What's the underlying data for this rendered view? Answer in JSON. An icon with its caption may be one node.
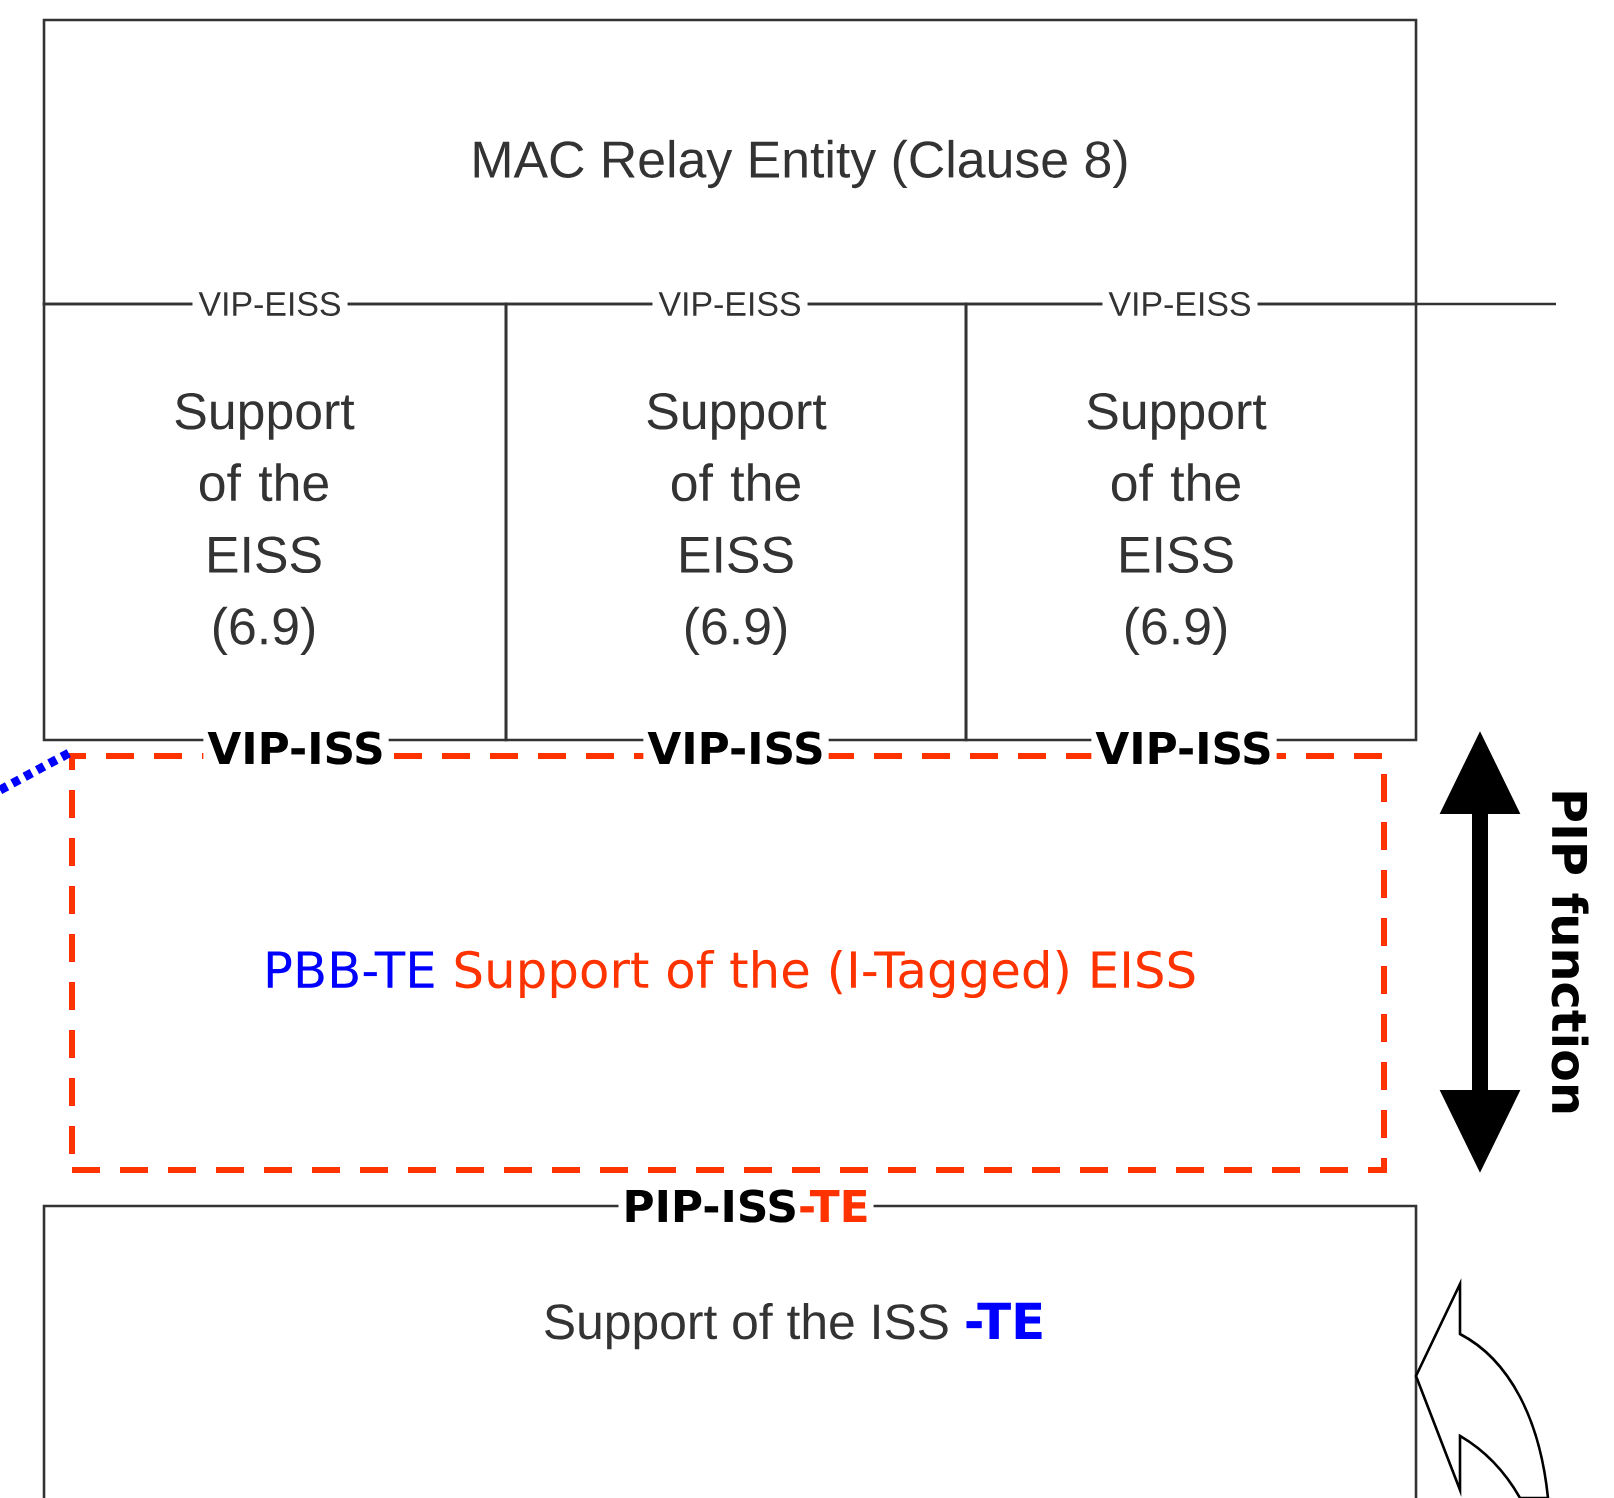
{
  "diagram": {
    "nodes": [
      {
        "text": [
          "MAC Relay Entity (Clause 8)"
        ]
      },
      {
        "text": [
          "Support of the EISS (6.9)"
        ]
      },
      {
        "text": [
          "Support of the EISS (6.9)"
        ]
      },
      {
        "text": [
          "Support of the EISS (6.9)"
        ]
      },
      {
        "text": [
          "PBB-TE",
          "Support of the (I-Tagged) EISS"
        ]
      },
      {
        "text": [
          "Support of the ISS",
          "-TE"
        ]
      }
    ],
    "edges": [
      {
        "from": null,
        "to": 4,
        "arrow": "none",
        "style": "dashed",
        "color": "#0000ff"
      }
    ],
    "labels": [
      "VIP-EISS",
      "VIP-EISS",
      "VIP-EISS",
      "VIP-ISS",
      "VIP-ISS",
      "VIP-ISS",
      "PIP-ISS",
      "-TE",
      "PIP function"
    ]
  }
}
